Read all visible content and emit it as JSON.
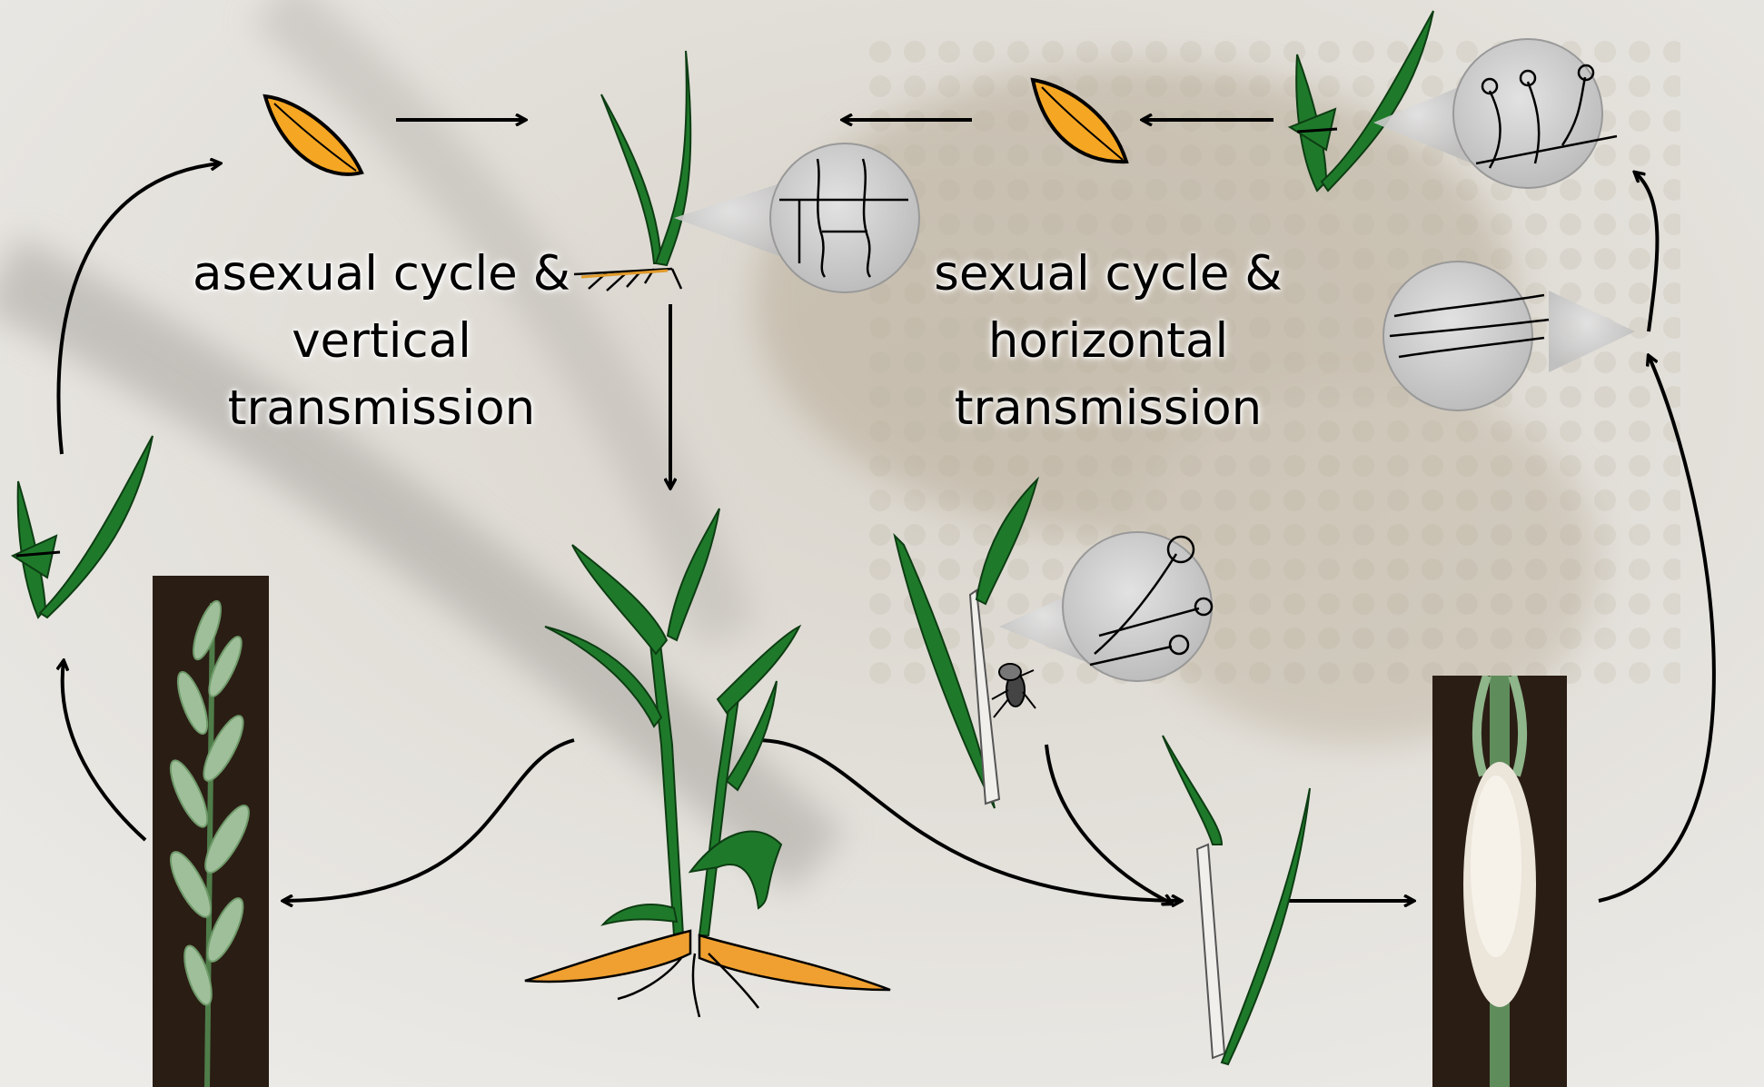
{
  "labels": {
    "asexual": [
      "asexual cycle &",
      "vertical",
      "transmission"
    ],
    "sexual": [
      "sexual cycle &",
      "horizontal",
      "transmission"
    ]
  },
  "colors": {
    "leaf_green": "#1e7a2a",
    "seed_orange": "#f5a623",
    "root_orange": "#f0a030",
    "bubble_gray": "#c9c9c9",
    "arrow": "#000000",
    "photo_dark": "#2a1d14"
  },
  "icons": [
    "seed-icon",
    "seedling-icon",
    "grass-plant-icon",
    "infected-tiller-icon",
    "fly-icon",
    "hyphae-bubble-icon",
    "spores-bubble-icon",
    "conidia-bubble-icon"
  ]
}
